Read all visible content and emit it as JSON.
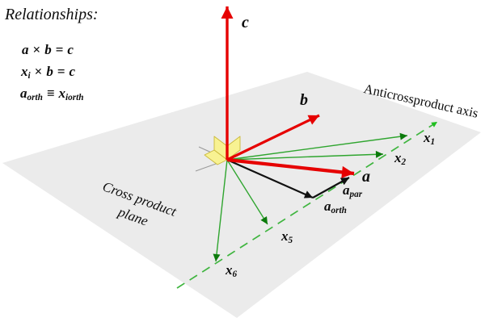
{
  "relationships": {
    "title": "Relationships:",
    "eq1": {
      "v1": "a",
      "op": "×",
      "v2": "b",
      "rel": "=",
      "v3": "c"
    },
    "eq2": {
      "v1": "x",
      "v1sub": "i",
      "op": "×",
      "v2": "b",
      "rel": "=",
      "v3": "c"
    },
    "eq3": {
      "v1": "a",
      "v1sub": "orth",
      "rel": "≡",
      "v2": "x",
      "v2sub": "iorth"
    }
  },
  "labels": {
    "c": "c",
    "b": "b",
    "a": "a",
    "a_par": {
      "main": "a",
      "sub": "par"
    },
    "a_orth": {
      "main": "a",
      "sub": "orth"
    },
    "x1": {
      "main": "x",
      "sub": "1"
    },
    "x2": {
      "main": "x",
      "sub": "2"
    },
    "x5": {
      "main": "x",
      "sub": "5"
    },
    "x6": {
      "main": "x",
      "sub": "6"
    },
    "axis": "Anticrossproduct axis",
    "plane": {
      "line1": "Cross product",
      "line2": "plane"
    }
  },
  "colors": {
    "vector_red": "#e60000",
    "line_green": "#2fa52f",
    "head_green": "#0b7a0b",
    "dash_green": "#3fb53f",
    "end_head_green": "#1fbf1f",
    "black": "#111111",
    "gray_axis": "#9a9a9a",
    "plane_gray": "#ebebeb",
    "marker_yellow": "#f8f292",
    "marker_yellow_border": "#c9b83b"
  }
}
